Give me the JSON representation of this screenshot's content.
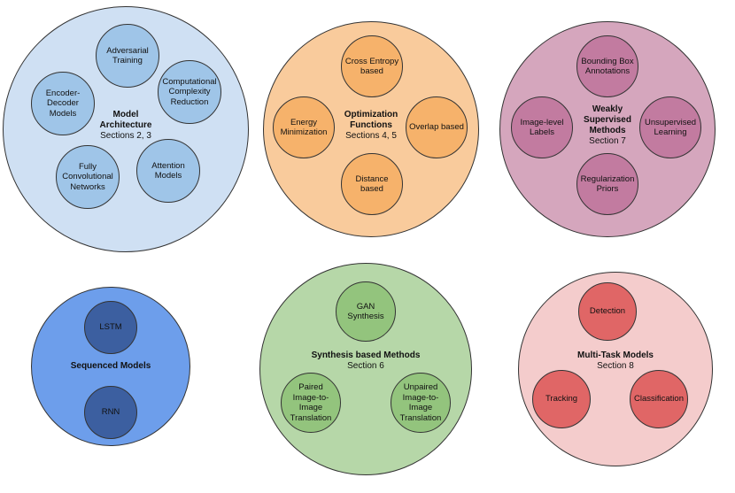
{
  "groups": [
    {
      "id": "model-architecture",
      "title": "Model\nArchitecture",
      "subtitle": "Sections 2, 3",
      "fill": "#cfe0f3",
      "node_fill": "#9fc5e8",
      "nodes": [
        "Adversarial\nTraining",
        "Computational\nComplexity\nReduction",
        "Attention\nModels",
        "Fully\nConvolutional\nNetworks",
        "Encoder-\nDecoder\nModels"
      ]
    },
    {
      "id": "optimization-functions",
      "title": "Optimization\nFunctions",
      "subtitle": "Sections 4, 5",
      "fill": "#f9cb9c",
      "node_fill": "#f6b26b",
      "nodes": [
        "Cross Entropy\nbased",
        "Overlap based",
        "Distance\nbased",
        "Energy\nMinimization"
      ]
    },
    {
      "id": "weakly-supervised",
      "title": "Weakly\nSupervised\nMethods",
      "subtitle": "Section 7",
      "fill": "#d5a6bd",
      "node_fill": "#c27ba0",
      "nodes": [
        "Bounding Box\nAnnotations",
        "Unsupervised\nLearning",
        "Regularization\nPriors",
        "Image-level\nLabels"
      ]
    },
    {
      "id": "sequenced-models",
      "title": "Sequenced Models",
      "subtitle": "",
      "fill": "#6d9eeb",
      "node_fill": "#3c5fa0",
      "nodes": [
        "LSTM",
        "RNN"
      ]
    },
    {
      "id": "synthesis-methods",
      "title": "Synthesis based Methods",
      "subtitle": "Section 6",
      "fill": "#b6d7a8",
      "node_fill": "#93c47d",
      "nodes": [
        "GAN\nSynthesis",
        "Unpaired\nImage-to-Image\nTranslation",
        "Paired\nImage-to-Image\nTranslation"
      ]
    },
    {
      "id": "multi-task-models",
      "title": "Multi-Task Models",
      "subtitle": "Section 8",
      "fill": "#f4cccc",
      "node_fill": "#e06666",
      "nodes": [
        "Detection",
        "Classification",
        "Tracking"
      ]
    }
  ]
}
